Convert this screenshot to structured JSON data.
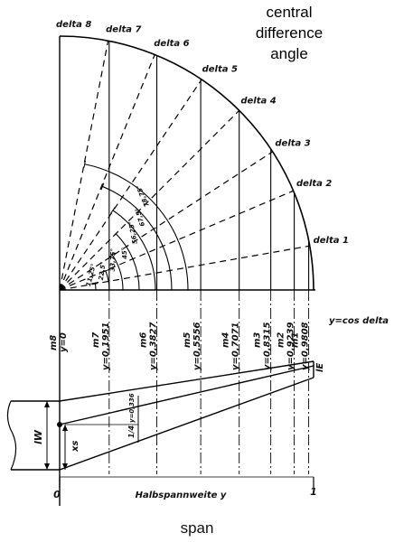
{
  "title_lines": [
    "central",
    "difference",
    "angle"
  ],
  "caption": "span",
  "deltas": [
    {
      "label": "delta 1",
      "angle_deg": 10
    },
    {
      "label": "delta 2",
      "angle_deg": 23
    },
    {
      "label": "delta 3",
      "angle_deg": 33
    },
    {
      "label": "delta 4",
      "angle_deg": 45
    },
    {
      "label": "delta 5",
      "angle_deg": 56
    },
    {
      "label": "delta 6",
      "angle_deg": 68
    },
    {
      "label": "delta 7",
      "angle_deg": 79
    },
    {
      "label": "delta 8",
      "angle_deg": 90
    }
  ],
  "stations": [
    {
      "mlabel": "m8",
      "ylabel": "y=0",
      "y": 0
    },
    {
      "mlabel": "m7",
      "ylabel": "y=0,1951",
      "y": 0.1951
    },
    {
      "mlabel": "m6",
      "ylabel": "y=0,3827",
      "y": 0.3827
    },
    {
      "mlabel": "m5",
      "ylabel": "y=0,5556",
      "y": 0.5556
    },
    {
      "mlabel": "m4",
      "ylabel": "y=0,7071",
      "y": 0.7071
    },
    {
      "mlabel": "m3",
      "ylabel": "y=0,8315",
      "y": 0.8315
    },
    {
      "mlabel": "m2",
      "ylabel": "y=0,9239",
      "y": 0.9239
    },
    {
      "mlabel": "m1",
      "ylabel": "y=0,9808",
      "y": 0.9808
    }
  ],
  "arc_angle_labels": [
    "11,25°",
    "22,5°",
    "33,75°",
    "45°",
    "56,25°",
    "67,5°",
    "78,75°"
  ],
  "formula_label": "y=cos delta",
  "wing": {
    "root_label": "lW",
    "tip_label": "lE",
    "xs_label": "xs",
    "chord_fraction_label": "1/4",
    "y_mark_label": "y=0,336"
  },
  "axis": {
    "label": "Halbspannweite y",
    "start": "0",
    "end": "1"
  }
}
